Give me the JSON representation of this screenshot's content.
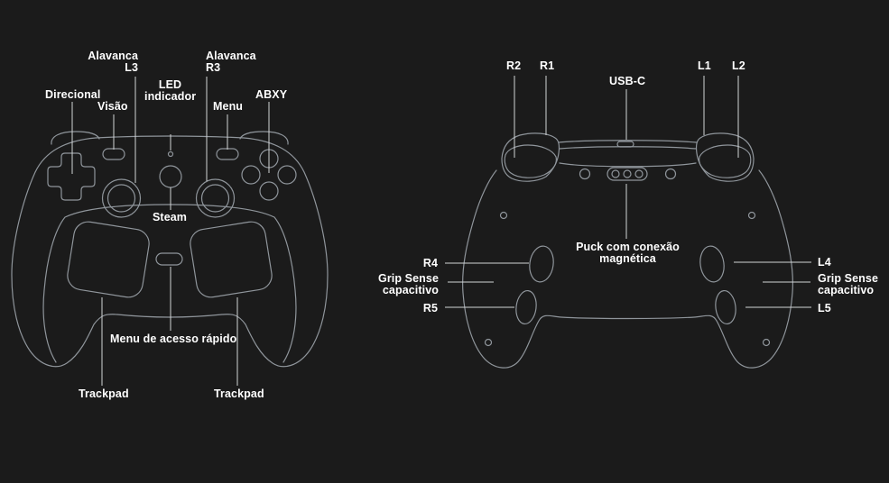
{
  "page": {
    "background_color": "#1b1b1b",
    "outline_color": "#8f959b",
    "leader_line_color": "#d2d4d6",
    "label_color": "#ffffff"
  },
  "front_view": {
    "labels": {
      "alavanca_l3": {
        "line1": "Alavanca",
        "line2": "L3"
      },
      "alavanca_r3": {
        "line1": "Alavanca",
        "line2": "R3"
      },
      "direcional": "Direcional",
      "visao": "Visão",
      "led_indicador": {
        "line1": "LED",
        "line2": "indicador"
      },
      "menu": "Menu",
      "abxy": "ABXY",
      "steam": "Steam",
      "menu_acesso_rapido": "Menu de acesso rápido",
      "trackpad_left": "Trackpad",
      "trackpad_right": "Trackpad"
    }
  },
  "back_view": {
    "labels": {
      "r2": "R2",
      "r1": "R1",
      "usb_c": "USB-C",
      "l1": "L1",
      "l2": "L2",
      "puck": {
        "line1": "Puck com conexão",
        "line2": "magnética"
      },
      "r4": "R4",
      "grip_sense_left": {
        "line1": "Grip Sense",
        "line2": "capacitivo"
      },
      "r5": "R5",
      "l4": "L4",
      "grip_sense_right": {
        "line1": "Grip Sense",
        "line2": "capacitivo"
      },
      "l5": "L5"
    }
  }
}
